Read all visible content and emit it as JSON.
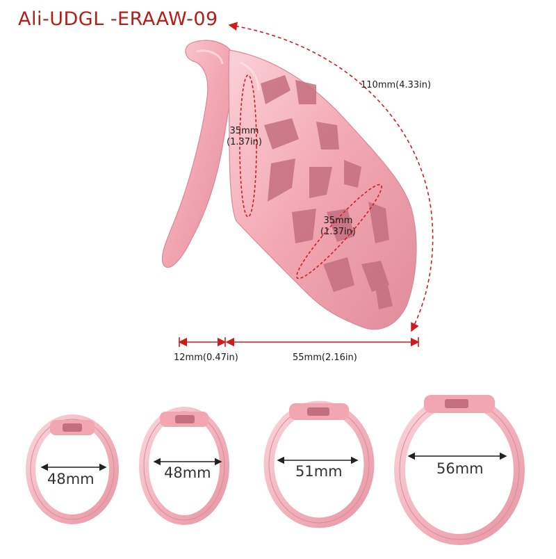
{
  "product": {
    "title": "Ali-UDGL -ERAAW-09"
  },
  "colors": {
    "title": "#b21e1a",
    "dimension_line": "#d11b1b",
    "product_pink": "#f2a6b2",
    "product_shadow": "#dc8594",
    "product_highlight": "#fbd3d9"
  },
  "dimensions": {
    "length_curve": "110mm(4.33in)",
    "ring_diameter_top": {
      "mm": "35mm",
      "inch": "(1.37in)"
    },
    "tip_diameter": {
      "mm": "35mm",
      "inch": "(1.37in)"
    },
    "gap_width": "12mm(0.47in)",
    "body_width": "55mm(2.16in)"
  },
  "rings": [
    {
      "size": "48mm"
    },
    {
      "size": "48mm"
    },
    {
      "size": "51mm"
    },
    {
      "size": "56mm"
    }
  ]
}
